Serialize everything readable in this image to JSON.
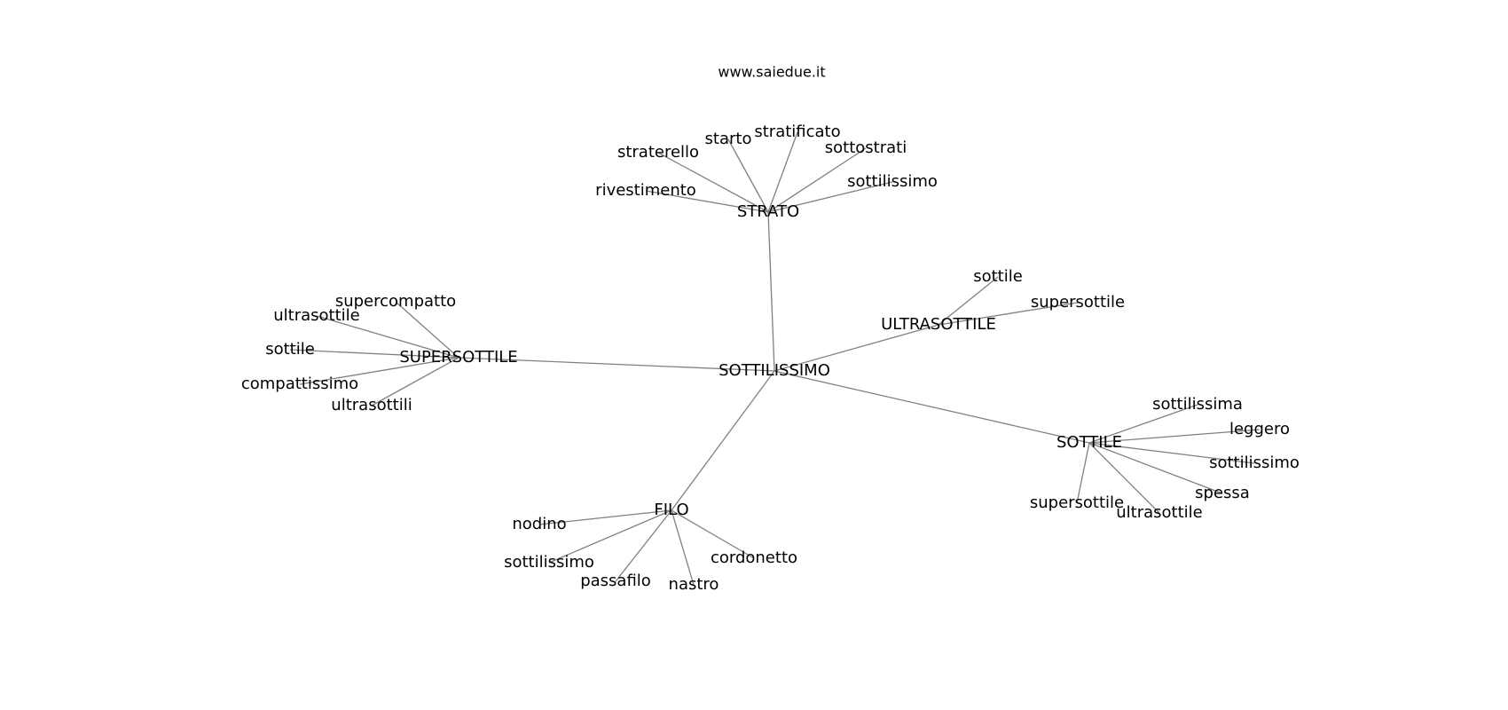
{
  "title": "www.saiedue.it",
  "colors": {
    "edge": "#808080",
    "text": "#000000",
    "background": "#ffffff"
  },
  "graph": {
    "center": {
      "id": "SOTTILISSIMO",
      "label": "SOTTILISSIMO"
    },
    "hubs": [
      {
        "id": "STRATO",
        "label": "STRATO",
        "leaves": [
          "rivestimento",
          "straterello",
          "starto",
          "stratificato",
          "sottostrati",
          "sottilissimo"
        ]
      },
      {
        "id": "ULTRASOTTILE",
        "label": "ULTRASOTTILE",
        "leaves": [
          "sottile",
          "supersottile"
        ]
      },
      {
        "id": "SUPERSOTTILE",
        "label": "SUPERSOTTILE",
        "leaves": [
          "supercompatto",
          "ultrasottile",
          "sottile",
          "compattissimo",
          "ultrasottili"
        ]
      },
      {
        "id": "FILO",
        "label": "FILO",
        "leaves": [
          "nodino",
          "sottilissimo",
          "passafilo",
          "nastro",
          "cordonetto"
        ]
      },
      {
        "id": "SOTTILE",
        "label": "SOTTILE",
        "leaves": [
          "sottilissima",
          "leggero",
          "sottilissimo",
          "spessa",
          "ultrasottile",
          "supersottile"
        ]
      }
    ]
  }
}
